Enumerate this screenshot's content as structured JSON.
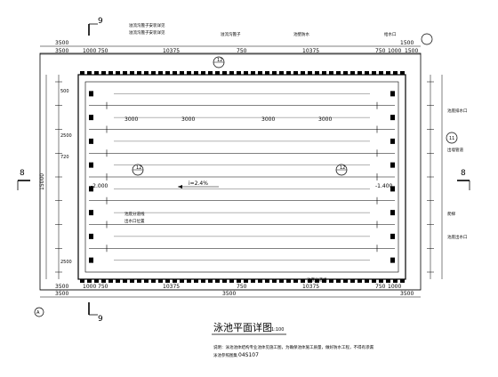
{
  "drawing": {
    "title": "泳池平面详图",
    "scale": "1:100",
    "notes": [
      "说明：泳池池体结构专业池体见施工图，为确保池体施工质量，做好防水工程，不得有渗漏",
      "泳池参照图集"
    ],
    "reference": "04S107",
    "section_marks": [
      "9",
      "8"
    ],
    "axis_label": "A",
    "axis_circles": [
      "11",
      "12"
    ],
    "detail_circles": [
      "12"
    ]
  },
  "dimensions": {
    "top_outer": [
      "3500",
      "1500"
    ],
    "top_inner": [
      "3500",
      "1000",
      "750",
      "10375",
      "750",
      "10375",
      "750",
      "1000",
      "1500"
    ],
    "bottom_inner": [
      "3500",
      "1000",
      "750",
      "10375",
      "750",
      "10375",
      "750",
      "1000"
    ],
    "bottom_outer": [
      "3500",
      "3500",
      "3500"
    ],
    "left_total": "15000",
    "left_small": [
      "500",
      "2500",
      "720",
      "2500"
    ],
    "lane_lengths": [
      "3000",
      "3000",
      "3000",
      "3000"
    ],
    "level_left": "-2.000",
    "level_right": "-1.400",
    "slope": "i=2.4%"
  },
  "callouts": {
    "top": [
      "溢流沟篦子安装详见",
      "溢流沟篦子安装详见",
      "溢流沟篦子",
      "池壁防水",
      "给水口"
    ],
    "right": [
      "池底排水口",
      "出墙管道",
      "爬梯",
      "池底出水口"
    ],
    "interior": [
      "池底分道线",
      "出水口位置"
    ]
  }
}
